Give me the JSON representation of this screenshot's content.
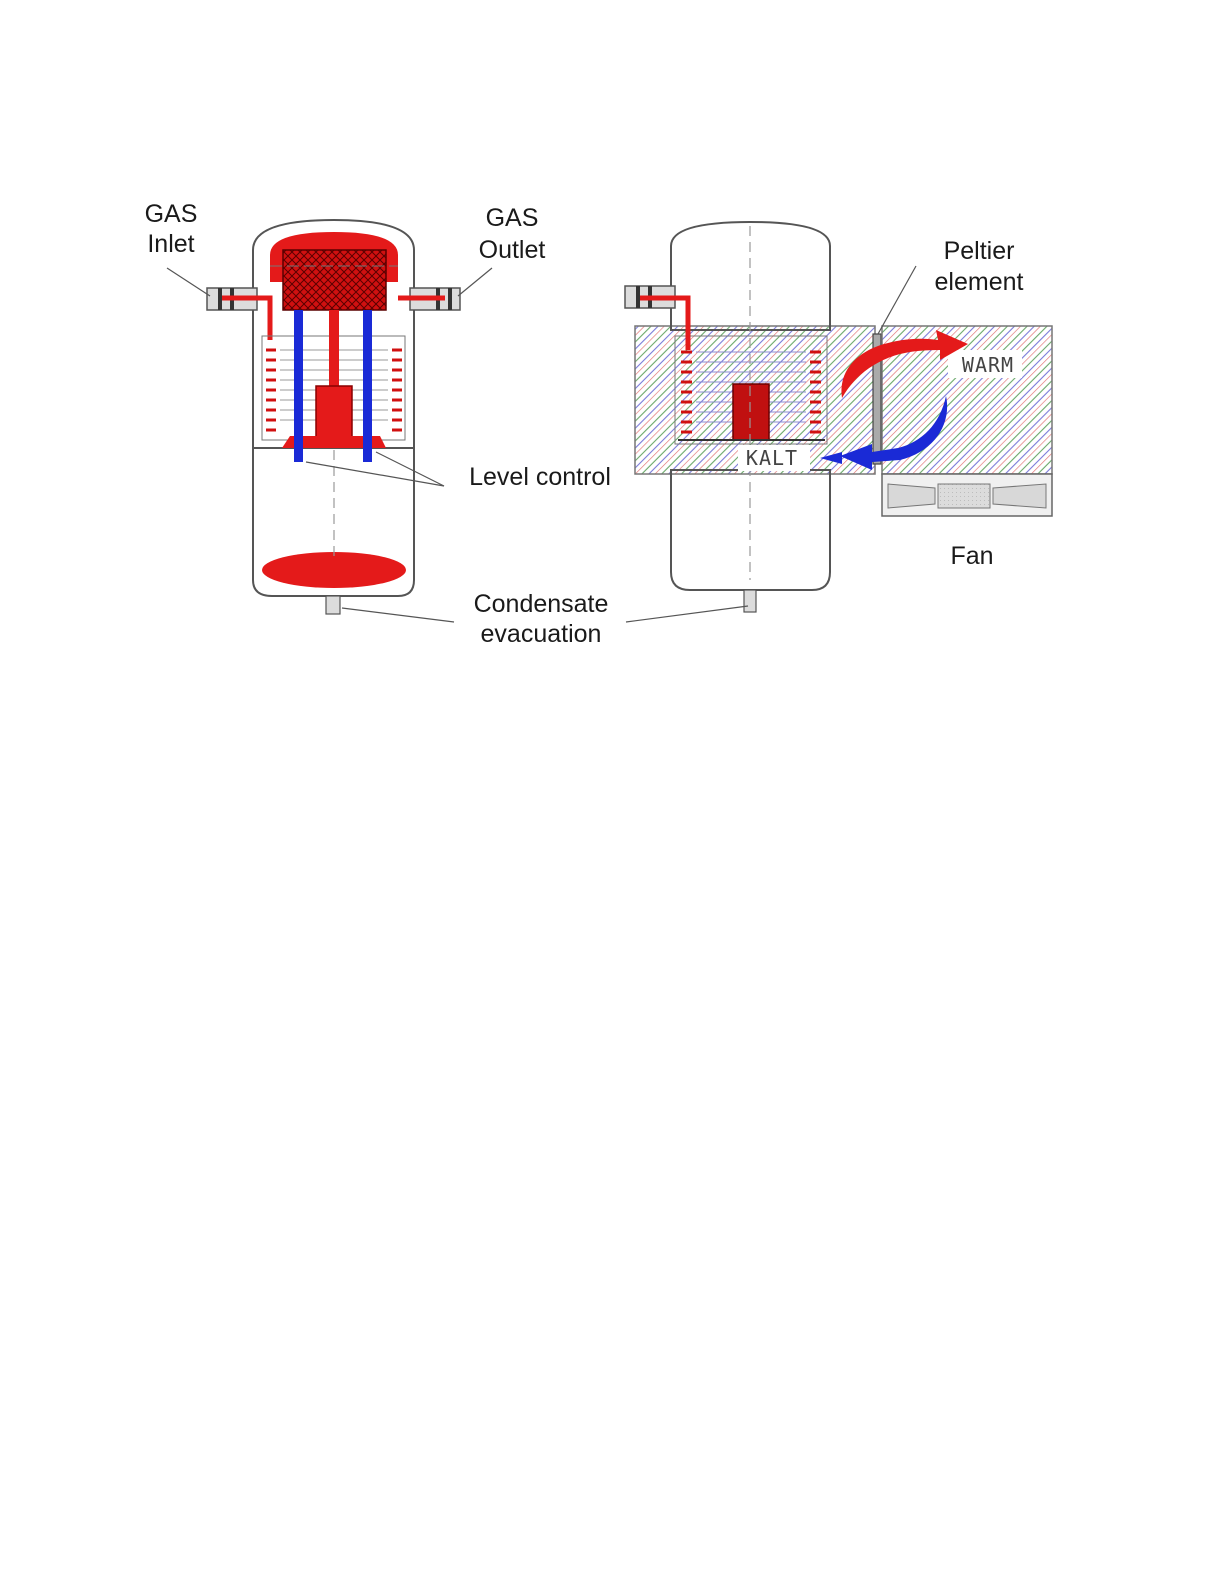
{
  "labels": {
    "gas_inlet_line1": "GAS",
    "gas_inlet_line2": "Inlet",
    "gas_outlet_line1": "GAS",
    "gas_outlet_line2": "Outlet",
    "level_control": "Level control",
    "condensate_line1": "Condensate",
    "condensate_line2": "evacuation",
    "peltier_line1": "Peltier",
    "peltier_line2": "element",
    "warm": "WARM",
    "kalt": "KALT",
    "fan": "Fan"
  },
  "colors": {
    "hot_red": "#e41a1a",
    "dark_red": "#b00000",
    "cold_blue": "#1a2ad6",
    "housing_gray": "#d6d6d6",
    "hatch_red": "#e07070",
    "hatch_green": "#6aa86a",
    "hatch_blue": "#7a7ad8",
    "outline": "#555555"
  }
}
